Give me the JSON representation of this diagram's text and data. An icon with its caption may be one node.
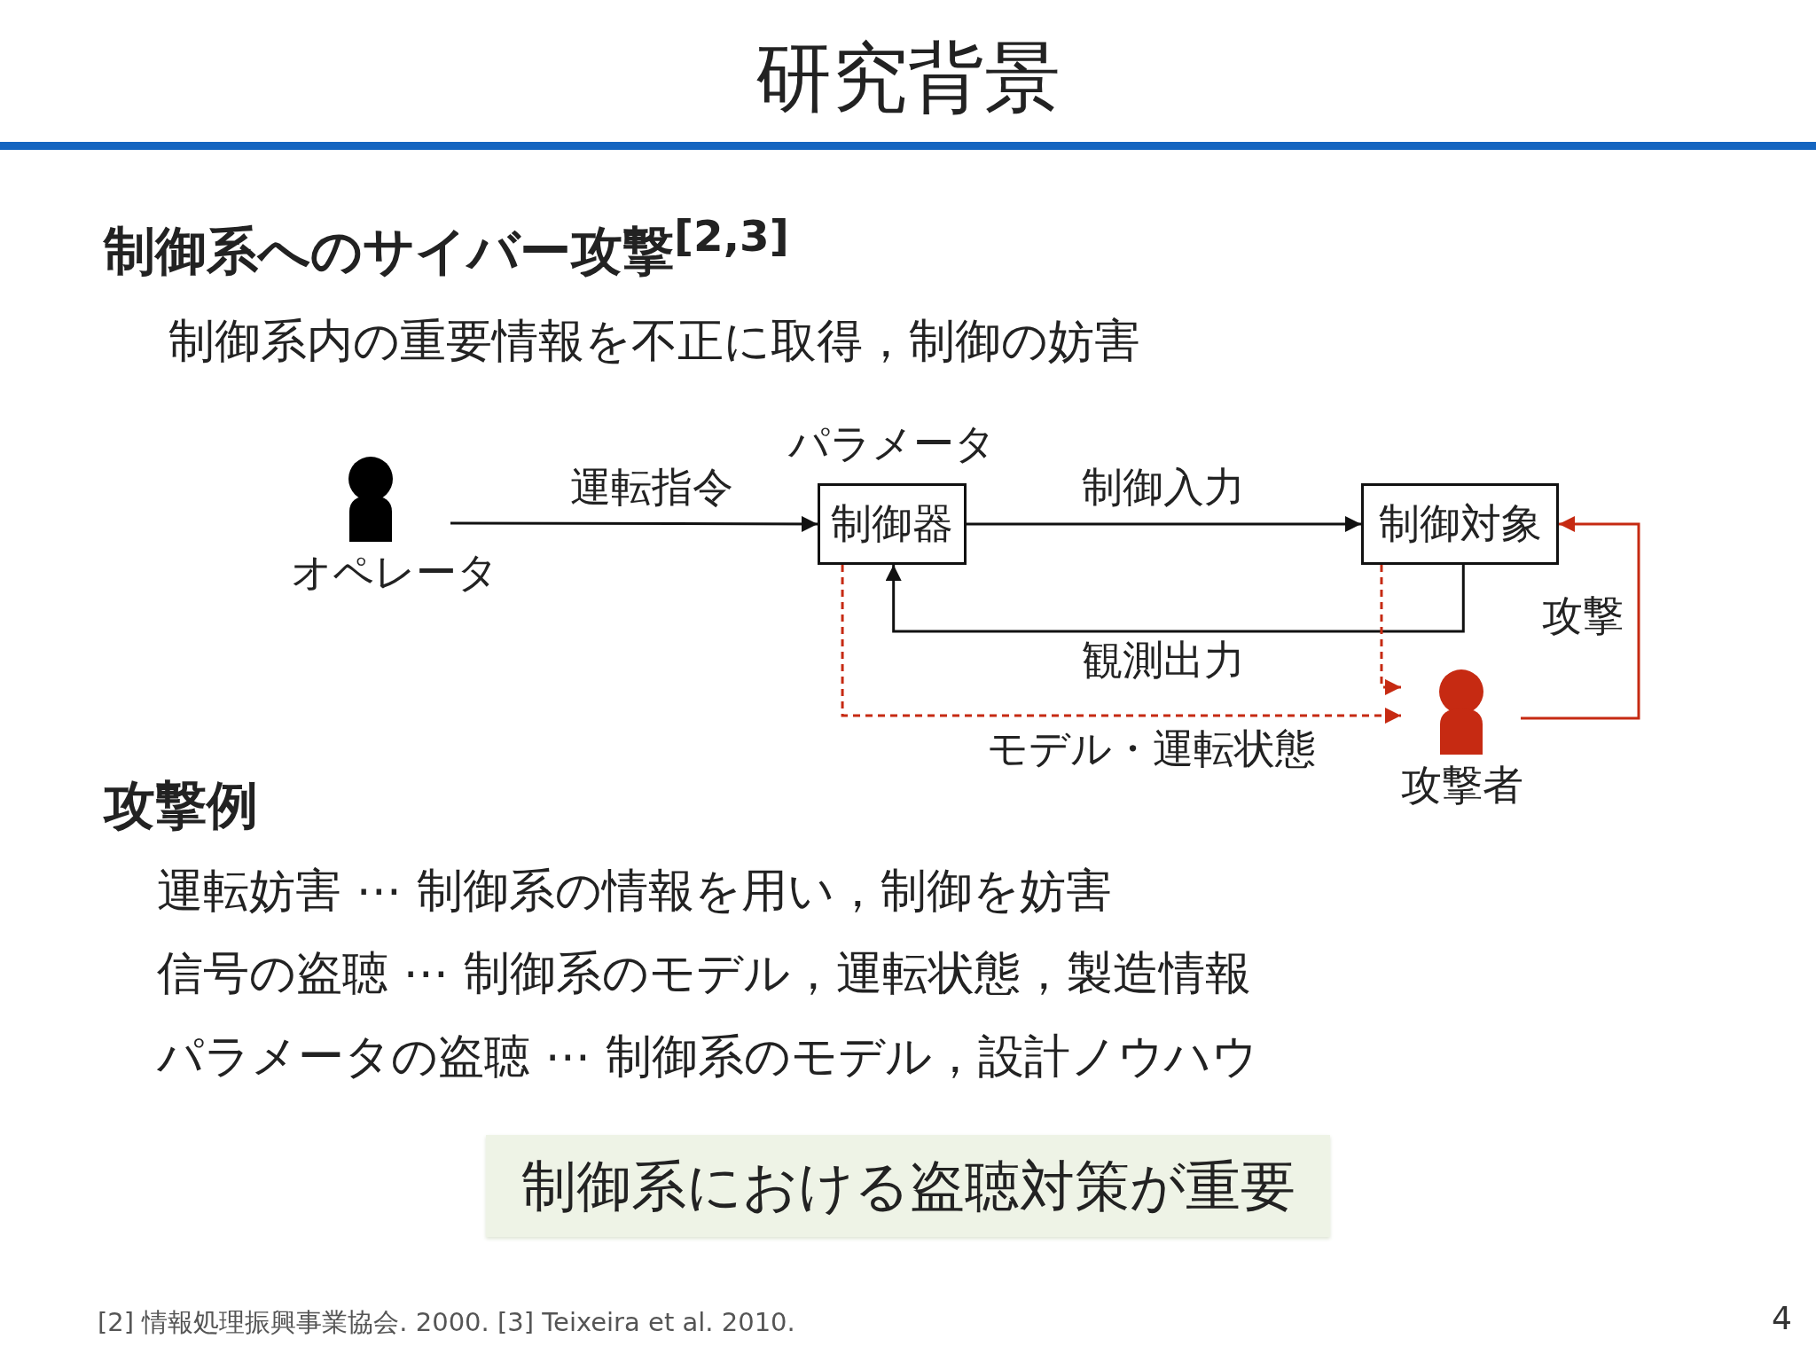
{
  "diagram": {
    "title": "研究背景",
    "nodes": [
      {
        "text": [
          "オペレータ"
        ]
      },
      {
        "text": [
          "制御器"
        ],
        "beside": [
          "パラメータ"
        ]
      },
      {
        "text": [
          "制御対象"
        ]
      },
      {
        "text": [
          "攻撃者"
        ]
      },
      {
        "text": [
          "制御系における盗聴対策が重要"
        ]
      }
    ],
    "edges": [
      {
        "from": 0,
        "to": 1,
        "arrow": "to",
        "label": "運転指令"
      },
      {
        "from": 1,
        "to": 2,
        "arrow": "to",
        "label": "制御入力"
      },
      {
        "from": 2,
        "to": 1,
        "arrow": "to",
        "label": "観測出力"
      },
      {
        "from": 1,
        "to": 3,
        "arrow": "to",
        "label": "モデル・運転状態",
        "style": "dashed",
        "color": "#c62a12"
      },
      {
        "from": 2,
        "to": 3,
        "arrow": "to",
        "style": "dashed",
        "color": "#c62a12"
      },
      {
        "from": 3,
        "to": 2,
        "arrow": "to",
        "label": "攻撃",
        "color": "#c62a12"
      }
    ],
    "labels": [
      "制御系へのサイバー攻撃$^{[2,3]}$",
      "制御系内の重要情報を不正に取得，制御の妨害",
      "攻撃例",
      "運転妨害 ⋯ 制御系の情報を用い，制御を妨害",
      "信号の盗聴 ⋯ 制御系のモデル，運転状態，製造情報",
      "パラメータの盗聴 ⋯ 制御系のモデル，設計ノウハウ",
      "[2] 情報処理振興事業協会. 2000. [3] Teixeira et al. 2010.",
      "4"
    ]
  }
}
